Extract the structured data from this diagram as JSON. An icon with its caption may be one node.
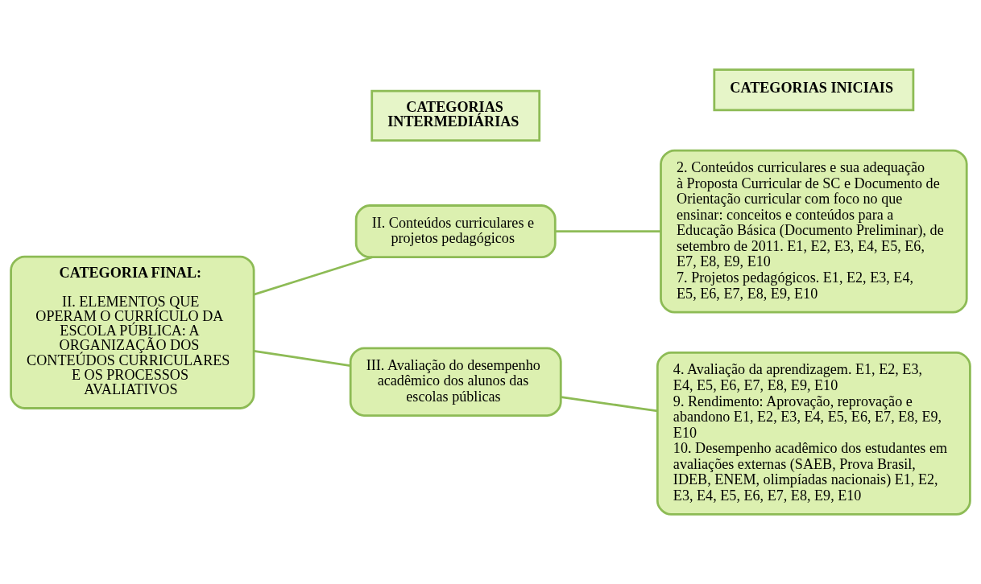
{
  "diagram": {
    "nodes": [
      {
        "text": [
          "CATEGORIAS INICIAIS"
        ]
      },
      {
        "text": [
          "CATEGORIAS INTERMEDIÁRIAS"
        ]
      },
      {
        "text": [
          "CATEGORIA FINAL:",
          "II. ELEMENTOS QUE OPERAM O CURRÍCULO DA ESCOLA PÚBLICA: A ORGANIZAÇÃO DOS CONTEÚDOS CURRICULARES E OS PROCESSOS AVALIATIVOS"
        ]
      },
      {
        "text": [
          "II. Conteúdos curriculares e projetos pedagógicos"
        ]
      },
      {
        "text": [
          "2. Conteúdos curriculares e sua adequação à Proposta Curricular de SC e Documento de Orientação curricular com foco no que ensinar: conceitos e conteúdos para a Educação Básica (Documento Preliminar), de setembro de 2011. E1, E2, E3, E4, E5, E6, E7, E8, E9, E10",
          "7. Projetos pedagógicos. E1, E2, E3, E4, E5, E6, E7, E8, E9, E10"
        ]
      },
      {
        "text": [
          "III. Avaliação do desempenho acadêmico dos alunos das escolas públicas"
        ]
      },
      {
        "text": [
          "4. Avaliação da aprendizagem. E1, E2, E3, E4, E5, E6, E7, E8, E9, E10",
          "9. Rendimento: Aprovação, reprovação e abandono E1, E2, E3, E4, E5, E6, E7, E8, E9, E10",
          "10. Desempenho acadêmico dos estudantes em avaliações externas (SAEB, Prova Brasil, IDEB, ENEM, olimpíadas nacionais) E1, E2, E3, E4, E5, E6, E7, E8, E9, E10"
        ]
      }
    ],
    "edges": [
      {
        "from": 2,
        "to": 3,
        "arrow": "none"
      },
      {
        "from": 2,
        "to": 5,
        "arrow": "none"
      },
      {
        "from": 3,
        "to": 4,
        "arrow": "none"
      },
      {
        "from": 5,
        "to": 6,
        "arrow": "none"
      }
    ]
  }
}
